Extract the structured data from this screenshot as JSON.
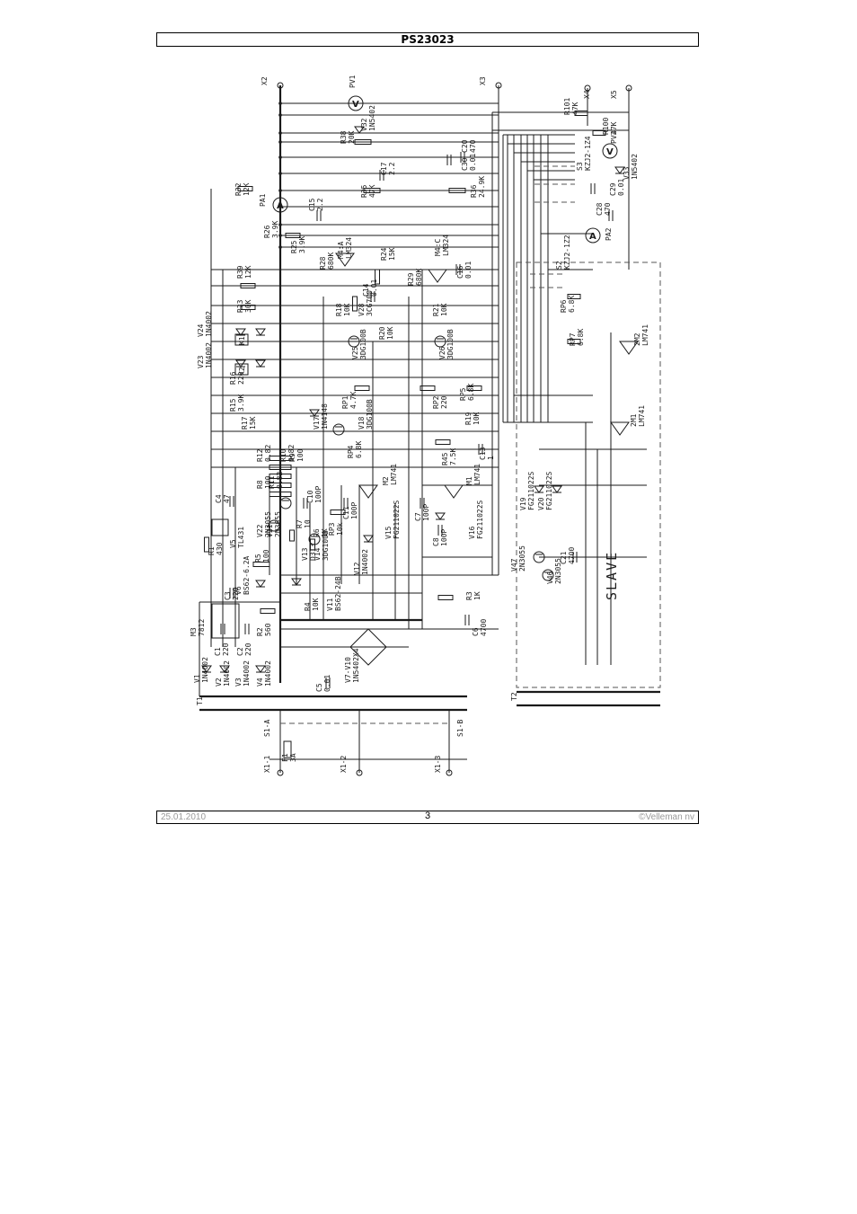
{
  "header": {
    "title": "PS23023"
  },
  "footer": {
    "date": "25.01.2010",
    "page": "3",
    "copyright": "©Velleman nv"
  },
  "schematic": {
    "slave_label": "SLAVE",
    "meters": [
      "V",
      "A",
      "V",
      "A"
    ],
    "terminals": [
      "X1-1",
      "X1-2",
      "X1-3",
      "X2",
      "X3",
      "X4",
      "X5"
    ],
    "components": [
      {
        "ref": "R101",
        "value": "47K"
      },
      {
        "ref": "R100",
        "value": "47K"
      },
      {
        "ref": "PV1",
        "value": ""
      },
      {
        "ref": "R38",
        "value": "20K"
      },
      {
        "ref": "V32",
        "value": "1N5402"
      },
      {
        "ref": "C20",
        "value": "470"
      },
      {
        "ref": "C30",
        "value": "0.01"
      },
      {
        "ref": "C17",
        "value": "2.2"
      },
      {
        "ref": "R36",
        "value": "24.9K"
      },
      {
        "ref": "R35",
        "value": "47K"
      },
      {
        "ref": "C15",
        "value": "2.2"
      },
      {
        "ref": "PA1",
        "value": ""
      },
      {
        "ref": "R32",
        "value": "12K"
      },
      {
        "ref": "R26",
        "value": "3.9K"
      },
      {
        "ref": "R25",
        "value": "3.9K"
      },
      {
        "ref": "R28",
        "value": "680K"
      },
      {
        "ref": "M4:A",
        "value": "LM324"
      },
      {
        "ref": "R24",
        "value": "15K"
      },
      {
        "ref": "R29",
        "value": "680K"
      },
      {
        "ref": "M4:C",
        "value": "LM324"
      },
      {
        "ref": "C16",
        "value": "0.01"
      },
      {
        "ref": "C14",
        "value": "0.01"
      },
      {
        "ref": "R39",
        "value": "12K"
      },
      {
        "ref": "R23",
        "value": "30K"
      },
      {
        "ref": "R18",
        "value": "10K"
      },
      {
        "ref": "V28",
        "value": "3CG700"
      },
      {
        "ref": "R20",
        "value": "10K"
      },
      {
        "ref": "R21",
        "value": "10K"
      },
      {
        "ref": "V24",
        "value": "1N4002"
      },
      {
        "ref": "V25",
        "value": "3DG100B"
      },
      {
        "ref": "V26",
        "value": "3DG100B"
      },
      {
        "ref": "V23",
        "value": "1N4002"
      },
      {
        "ref": "K1",
        "value": ""
      },
      {
        "ref": "K2",
        "value": ""
      },
      {
        "ref": "R16",
        "value": "220"
      },
      {
        "ref": "R15",
        "value": "3.9K"
      },
      {
        "ref": "R17",
        "value": "15K"
      },
      {
        "ref": "RP1",
        "value": "4.7K"
      },
      {
        "ref": "V17",
        "value": "1N4148"
      },
      {
        "ref": "V18",
        "value": "3DG100B"
      },
      {
        "ref": "RP2",
        "value": "220"
      },
      {
        "ref": "RP5",
        "value": "6.8K"
      },
      {
        "ref": "R19",
        "value": "10K"
      },
      {
        "ref": "R45",
        "value": "7.5K"
      },
      {
        "ref": "C13",
        "value": "1"
      },
      {
        "ref": "R12",
        "value": "0.82"
      },
      {
        "ref": "R11",
        "value": "0.82"
      },
      {
        "ref": "R10",
        "value": "0.82"
      },
      {
        "ref": "R9",
        "value": "100"
      },
      {
        "ref": "R8",
        "value": "100"
      },
      {
        "ref": "RP4",
        "value": "6.8K"
      },
      {
        "ref": "M2",
        "value": "LM741"
      },
      {
        "ref": "M1",
        "value": "LM741"
      },
      {
        "ref": "C4",
        "value": "47"
      },
      {
        "ref": "C10",
        "value": "100P"
      },
      {
        "ref": "C11",
        "value": "100P"
      },
      {
        "ref": "C7",
        "value": "100P"
      },
      {
        "ref": "C8",
        "value": "100P"
      },
      {
        "ref": "V22",
        "value": "2N3055"
      },
      {
        "ref": "V21",
        "value": "2N3055"
      },
      {
        "ref": "R7",
        "value": "10"
      },
      {
        "ref": "R6",
        "value": "1K"
      },
      {
        "ref": "RP3",
        "value": "10k"
      },
      {
        "ref": "V15",
        "value": "FG211022S"
      },
      {
        "ref": "V16",
        "value": "FG211022S"
      },
      {
        "ref": "V5",
        "value": "TL431"
      },
      {
        "ref": "R1",
        "value": "430"
      },
      {
        "ref": "R5",
        "value": "100"
      },
      {
        "ref": "V13",
        "value": "D313"
      },
      {
        "ref": "V14",
        "value": "3DG100B"
      },
      {
        "ref": "V12",
        "value": "1N4002"
      },
      {
        "ref": "V6",
        "value": "BS62-6.2A"
      },
      {
        "ref": "C3",
        "value": "220"
      },
      {
        "ref": "R4",
        "value": "10K"
      },
      {
        "ref": "V11",
        "value": "BS62-24B"
      },
      {
        "ref": "R3",
        "value": "1K"
      },
      {
        "ref": "C6",
        "value": "4700"
      },
      {
        "ref": "M3",
        "value": "7812"
      },
      {
        "ref": "C1",
        "value": "220"
      },
      {
        "ref": "C2",
        "value": "220"
      },
      {
        "ref": "R2",
        "value": "560"
      },
      {
        "ref": "V1",
        "value": "1N4002"
      },
      {
        "ref": "V2",
        "value": "1N4002"
      },
      {
        "ref": "V3",
        "value": "1N4002"
      },
      {
        "ref": "V4",
        "value": "1N4002"
      },
      {
        "ref": "C5",
        "value": "0.01"
      },
      {
        "ref": "V7-V10",
        "value": "1N5402X4"
      },
      {
        "ref": "T1",
        "value": ""
      },
      {
        "ref": "T2",
        "value": ""
      },
      {
        "ref": "S1-A",
        "value": ""
      },
      {
        "ref": "S1-B",
        "value": ""
      },
      {
        "ref": "F1",
        "value": "3A"
      },
      {
        "ref": "PV2",
        "value": ""
      },
      {
        "ref": "PA2",
        "value": ""
      },
      {
        "ref": "C28",
        "value": "470"
      },
      {
        "ref": "C29",
        "value": "0.01"
      },
      {
        "ref": "V33",
        "value": "1N5402"
      },
      {
        "ref": "S3",
        "value": "KZJ2-1Z4"
      },
      {
        "ref": "S2",
        "value": "KZJ2-1Z2"
      },
      {
        "ref": "RP6",
        "value": "6.8K"
      },
      {
        "ref": "RP7",
        "value": "6.8K"
      },
      {
        "ref": "2M2",
        "value": "LM741"
      },
      {
        "ref": "2M1",
        "value": "LM741"
      },
      {
        "ref": "V19",
        "value": "FG211022S"
      },
      {
        "ref": "V20",
        "value": "FG211022S"
      },
      {
        "ref": "V47",
        "value": "2N3055"
      },
      {
        "ref": "V46",
        "value": "2N3055"
      },
      {
        "ref": "C21",
        "value": "4700"
      }
    ]
  }
}
